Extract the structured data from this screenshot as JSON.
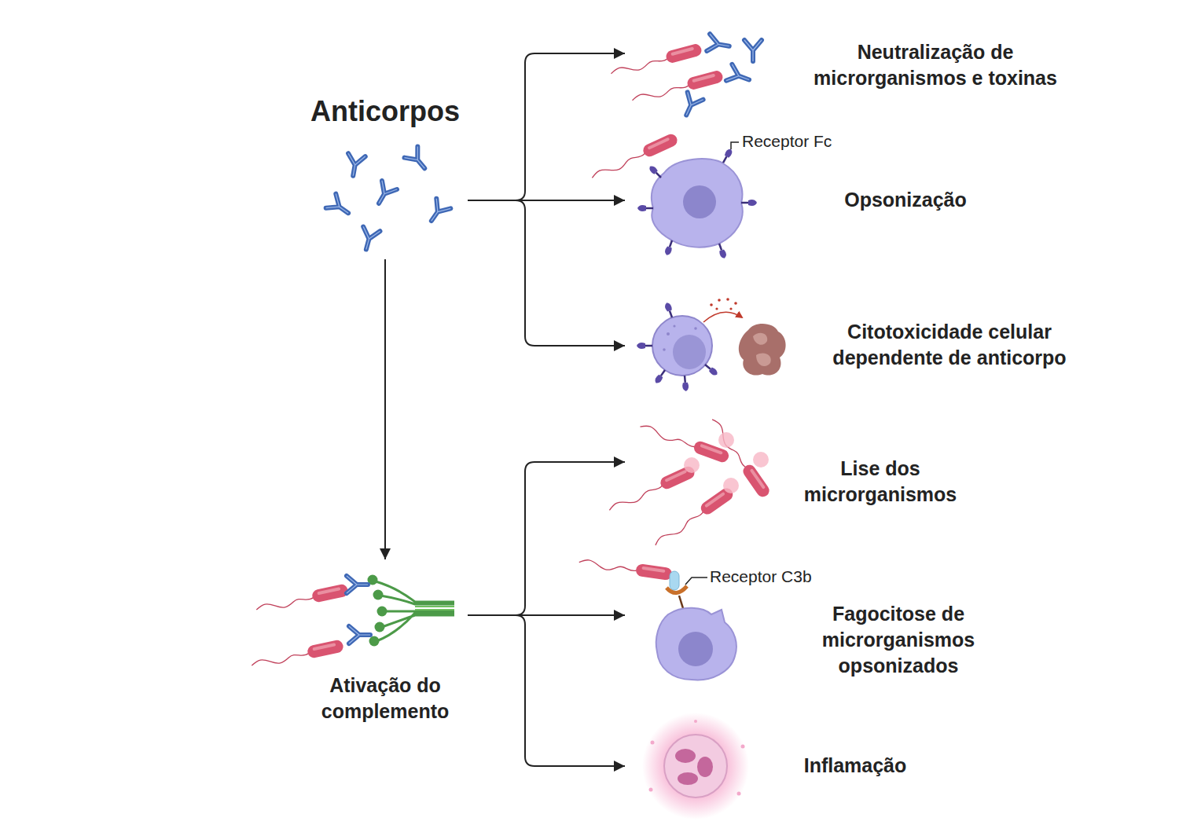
{
  "diagram": {
    "nodes": [
      {
        "text": [
          "Anticorpos"
        ]
      },
      {
        "text": [
          "Neutralização de microrganismos e toxinas"
        ]
      },
      {
        "text": [
          "Opsonização"
        ]
      },
      {
        "text": [
          "Citotoxicidade celular dependente de anticorpo"
        ]
      },
      {
        "text": [
          "Ativação do complemento"
        ]
      },
      {
        "text": [
          "Lise dos microrganismos"
        ]
      },
      {
        "text": [
          "Fagocitose de microrganismos opsonizados"
        ]
      },
      {
        "text": [
          "Inflamação"
        ]
      }
    ],
    "edges": [
      {
        "from": 0,
        "to": 1,
        "arrow": "to"
      },
      {
        "from": 0,
        "to": 2,
        "arrow": "to"
      },
      {
        "from": 0,
        "to": 3,
        "arrow": "to"
      },
      {
        "from": 0,
        "to": 4,
        "arrow": "to"
      },
      {
        "from": 4,
        "to": 5,
        "arrow": "to"
      },
      {
        "from": 4,
        "to": 6,
        "arrow": "to"
      },
      {
        "from": 4,
        "to": 7,
        "arrow": "to"
      }
    ],
    "labels": [
      "Receptor Fc",
      "Receptor C3b"
    ]
  }
}
